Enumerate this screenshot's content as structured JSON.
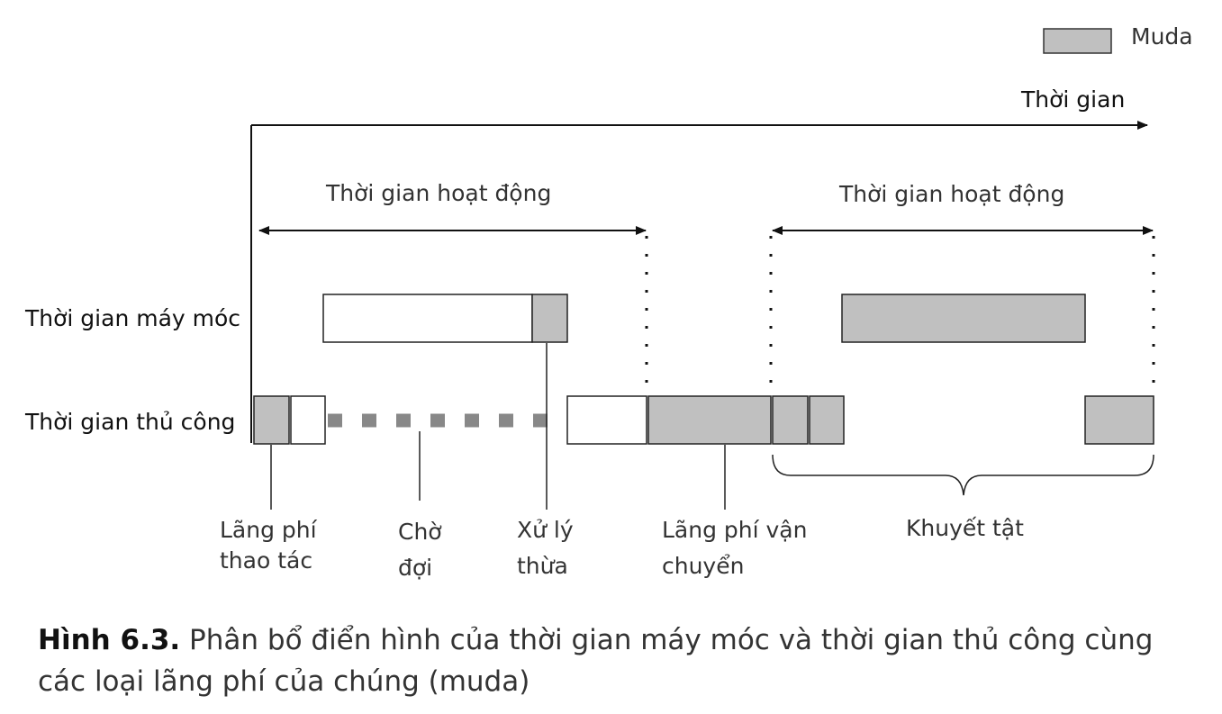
{
  "legend": {
    "label": "Muda",
    "color": "#c0c0c0"
  },
  "time_axis_label": "Thời gian",
  "operating_time_left": "Thời gian hoạt động",
  "operating_time_right": "Thời gian hoạt động",
  "rows": {
    "machine": "Thời gian máy móc",
    "manual": "Thời gian thủ công"
  },
  "annotations": {
    "motion_waste": [
      "Lãng  phí",
      "thao tác"
    ],
    "waiting": [
      "Chờ",
      "đợi"
    ],
    "overprocessing": [
      "Xử lý",
      "thừa"
    ],
    "transport_waste": [
      "Lãng phí vận",
      "chuyển"
    ],
    "defects": "Khuyết tật"
  },
  "caption": {
    "label": "Hình 6.3.",
    "text": " Phân bổ điển hình của thời gian máy móc và thời gian thủ công cùng các loại lãng phí của chúng (muda)"
  }
}
